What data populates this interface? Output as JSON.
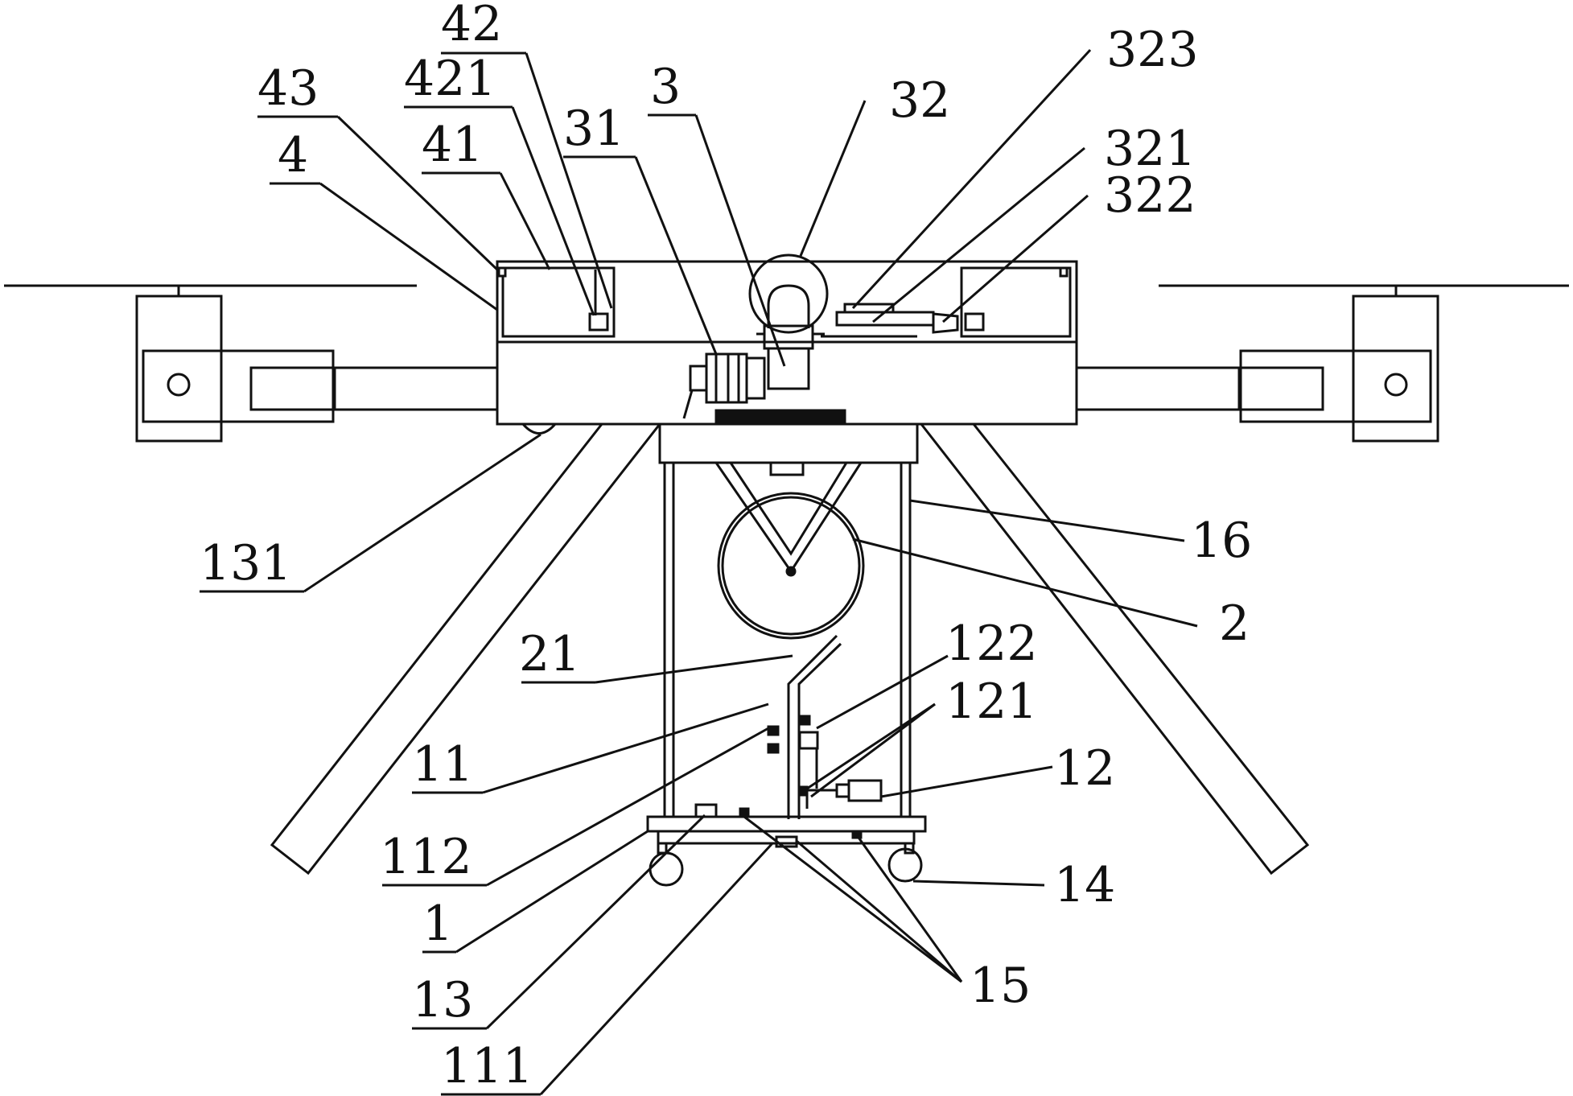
{
  "figure": {
    "line_color": "#111111",
    "background": "#ffffff",
    "labels": {
      "l42": "42",
      "l43": "43",
      "l421": "421",
      "l4": "4",
      "l41": "41",
      "l31": "31",
      "l3": "3",
      "l32": "32",
      "l323": "323",
      "l321": "321",
      "l322": "322",
      "l131": "131",
      "l16": "16",
      "l2": "2",
      "l21": "21",
      "l122": "122",
      "l121": "121",
      "l11": "11",
      "l12": "12",
      "l112": "112",
      "l14": "14",
      "l1": "1",
      "l15": "15",
      "l13": "13",
      "l111": "111"
    }
  }
}
